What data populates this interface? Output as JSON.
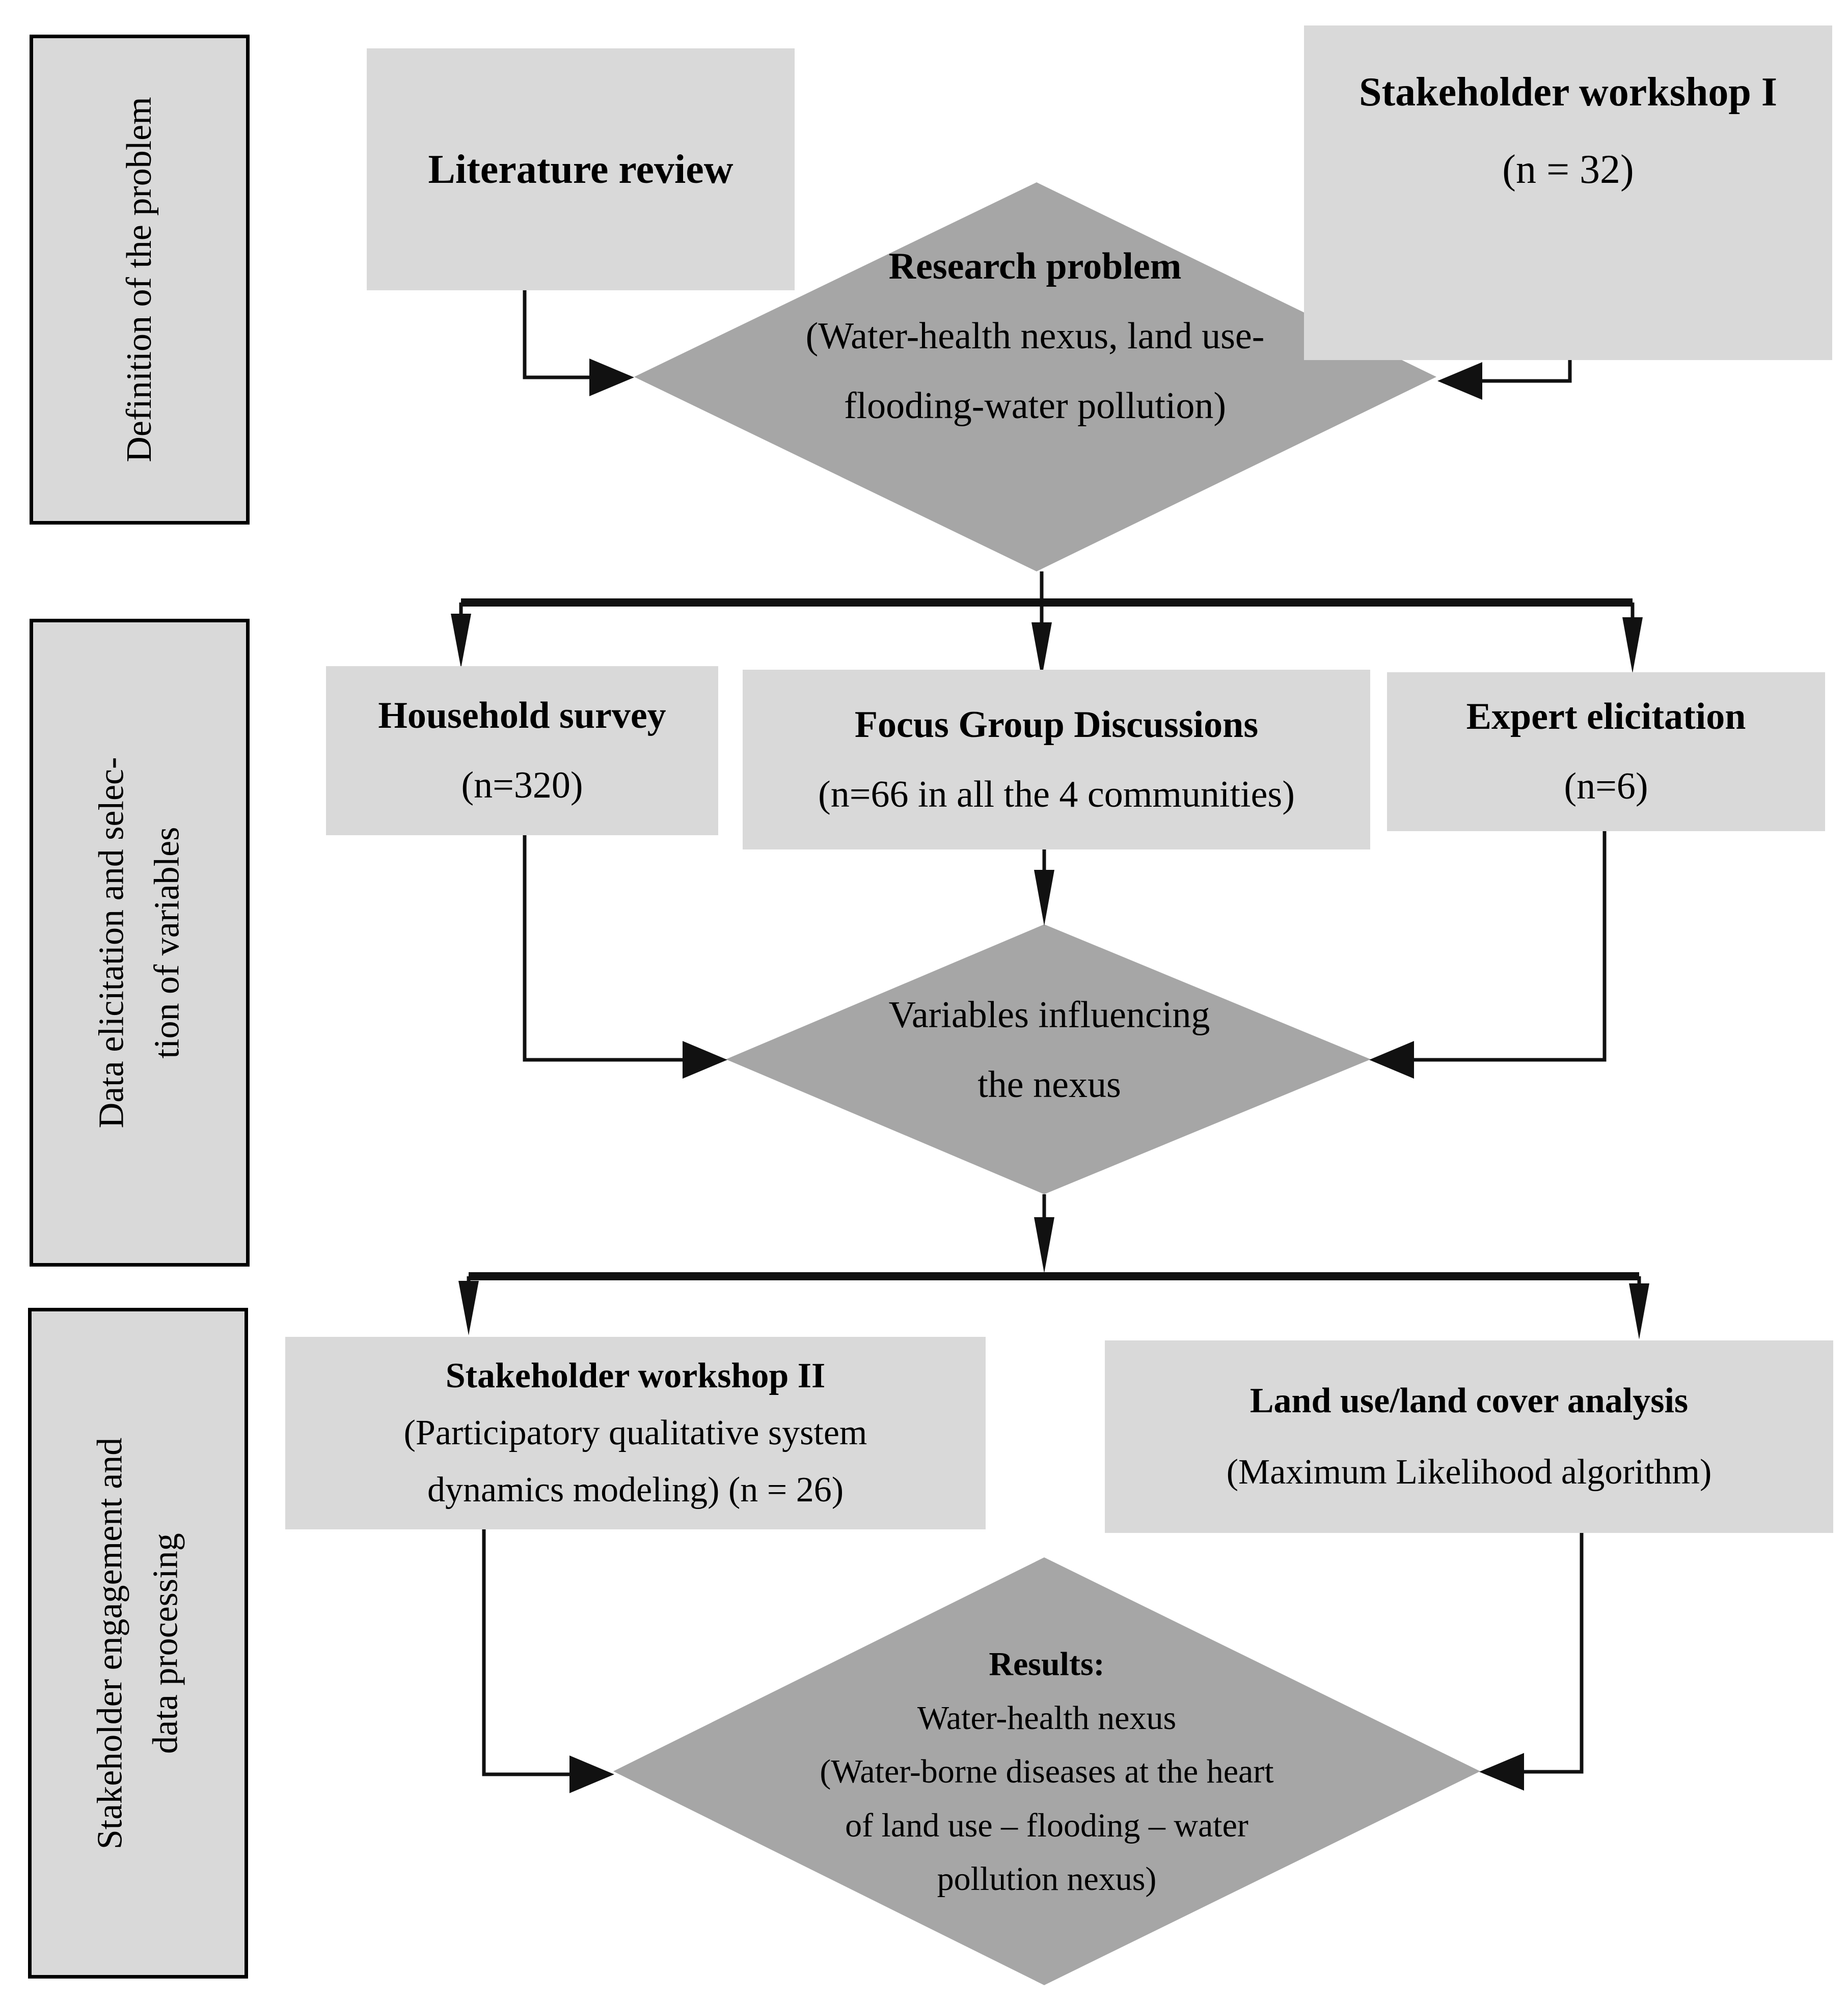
{
  "figure": {
    "type": "flowchart",
    "description_visible": false
  },
  "colors": {
    "box_fill": "#d9d9d9",
    "diamond_fill": "#a6a6a6",
    "line": "#111111",
    "sidebar_border": "#000000"
  },
  "sidebar": {
    "sections": [
      {
        "lines": [
          "Definition of the problem"
        ]
      },
      {
        "lines": [
          "Data elicitation and selec-",
          "tion of variables"
        ]
      },
      {
        "lines": [
          "Stakeholder engagement and",
          "data processing"
        ]
      }
    ]
  },
  "nodes": {
    "literature": {
      "title": "Literature review"
    },
    "workshop1": {
      "title": "Stakeholder workshop I",
      "subtitle": "(n = 32)"
    },
    "research_problem": {
      "title": "Research problem",
      "lines": [
        "(Water-health nexus, land use-",
        "flooding-water pollution)"
      ]
    },
    "household": {
      "title": "Household survey",
      "subtitle": "(n=320)"
    },
    "focus_groups": {
      "title": "Focus Group Discussions",
      "subtitle": "(n=66 in all the 4 communities)"
    },
    "expert": {
      "title": "Expert elicitation",
      "subtitle": "(n=6)"
    },
    "variables": {
      "lines": [
        "Variables influencing",
        "the nexus"
      ]
    },
    "workshop2": {
      "title": "Stakeholder workshop II",
      "lines": [
        "(Participatory qualitative system",
        "dynamics modeling) (n = 26)"
      ]
    },
    "landuse": {
      "title": "Land use/land cover analysis",
      "lines": [
        "(Maximum Likelihood algorithm)"
      ]
    },
    "results": {
      "title": "Results:",
      "lines": [
        "Water-health nexus",
        "(Water-borne diseases at the heart",
        "of land use – flooding – water",
        "pollution nexus)"
      ]
    }
  }
}
